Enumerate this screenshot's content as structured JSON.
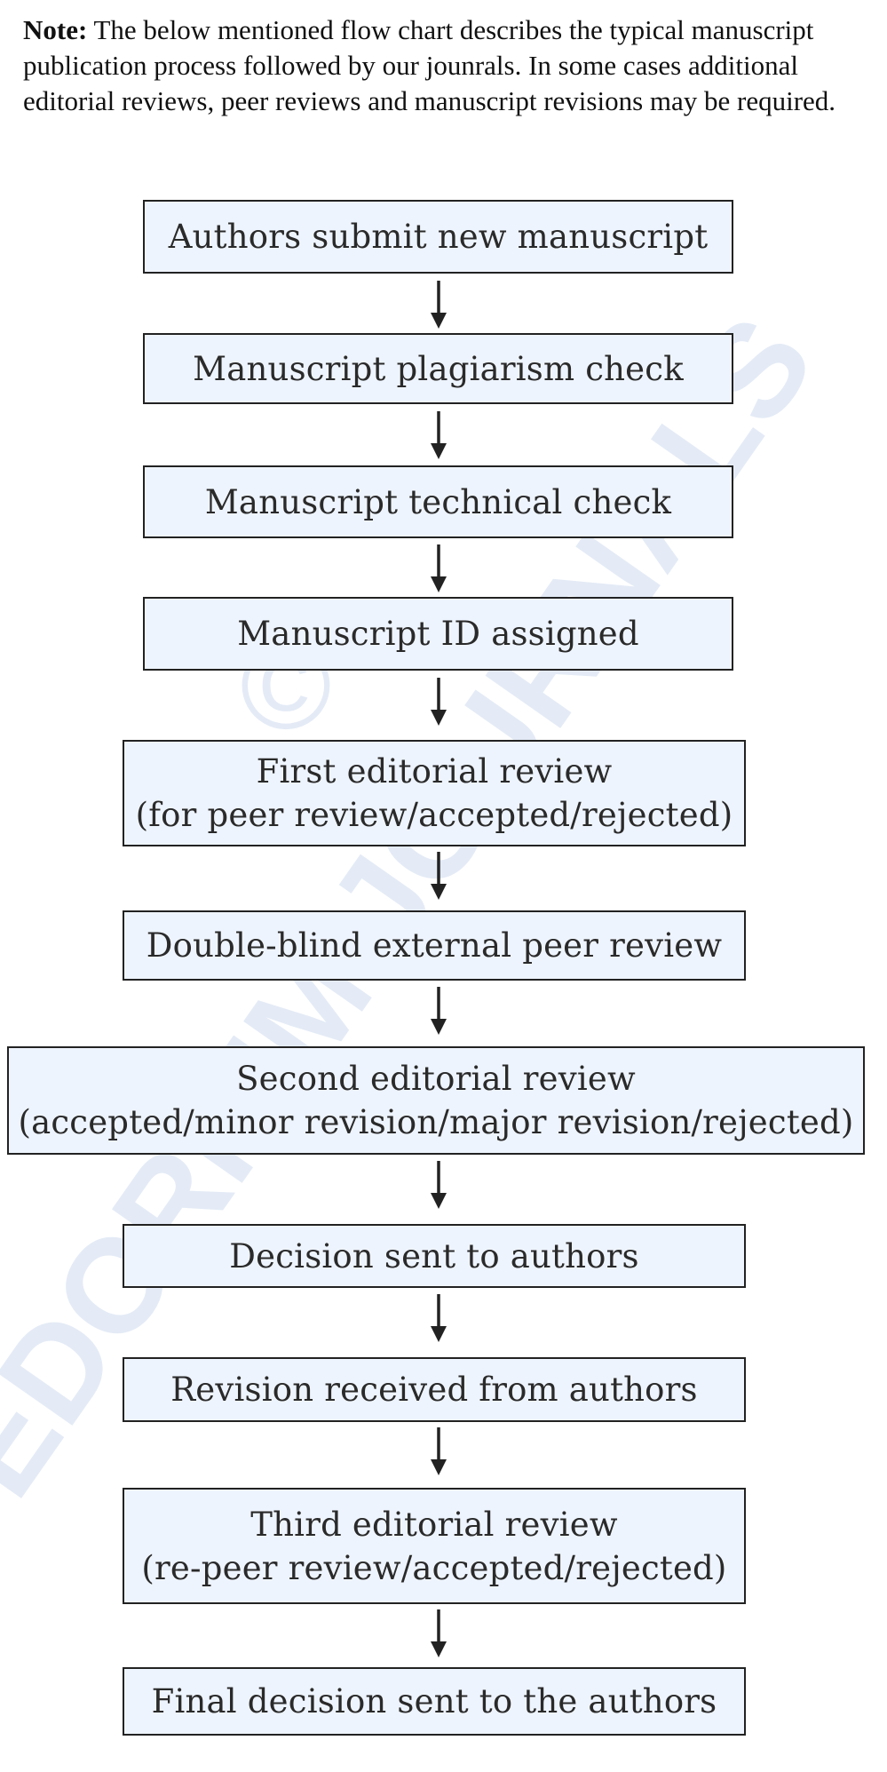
{
  "note": {
    "label": "Note:",
    "text": " The below mentioned flow chart describes the typical manuscript publication process followed by our jounrals. In some cases additional editorial reviews, peer reviews and manuscript revisions may be required."
  },
  "watermark": {
    "text": "EDORIUM JOURNALS",
    "symbol": "©",
    "color": "#dbe5f3"
  },
  "colors": {
    "box_fill": "#eef4fd",
    "box_border": "#222222",
    "arrow": "#222222"
  },
  "steps": [
    {
      "line1": "Authors submit new manuscript",
      "line2": ""
    },
    {
      "line1": "Manuscript plagiarism check",
      "line2": ""
    },
    {
      "line1": "Manuscript technical check",
      "line2": ""
    },
    {
      "line1": "Manuscript ID assigned",
      "line2": ""
    },
    {
      "line1": "First editorial review",
      "line2": "(for peer review/accepted/rejected)"
    },
    {
      "line1": "Double-blind external peer review",
      "line2": ""
    },
    {
      "line1": "Second editorial review",
      "line2": "(accepted/minor revision/major revision/rejected)"
    },
    {
      "line1": "Decision sent to authors",
      "line2": ""
    },
    {
      "line1": "Revision received from authors",
      "line2": ""
    },
    {
      "line1": "Third editorial review",
      "line2": "(re-peer review/accepted/rejected)"
    },
    {
      "line1": "Final decision sent to the authors",
      "line2": ""
    }
  ]
}
